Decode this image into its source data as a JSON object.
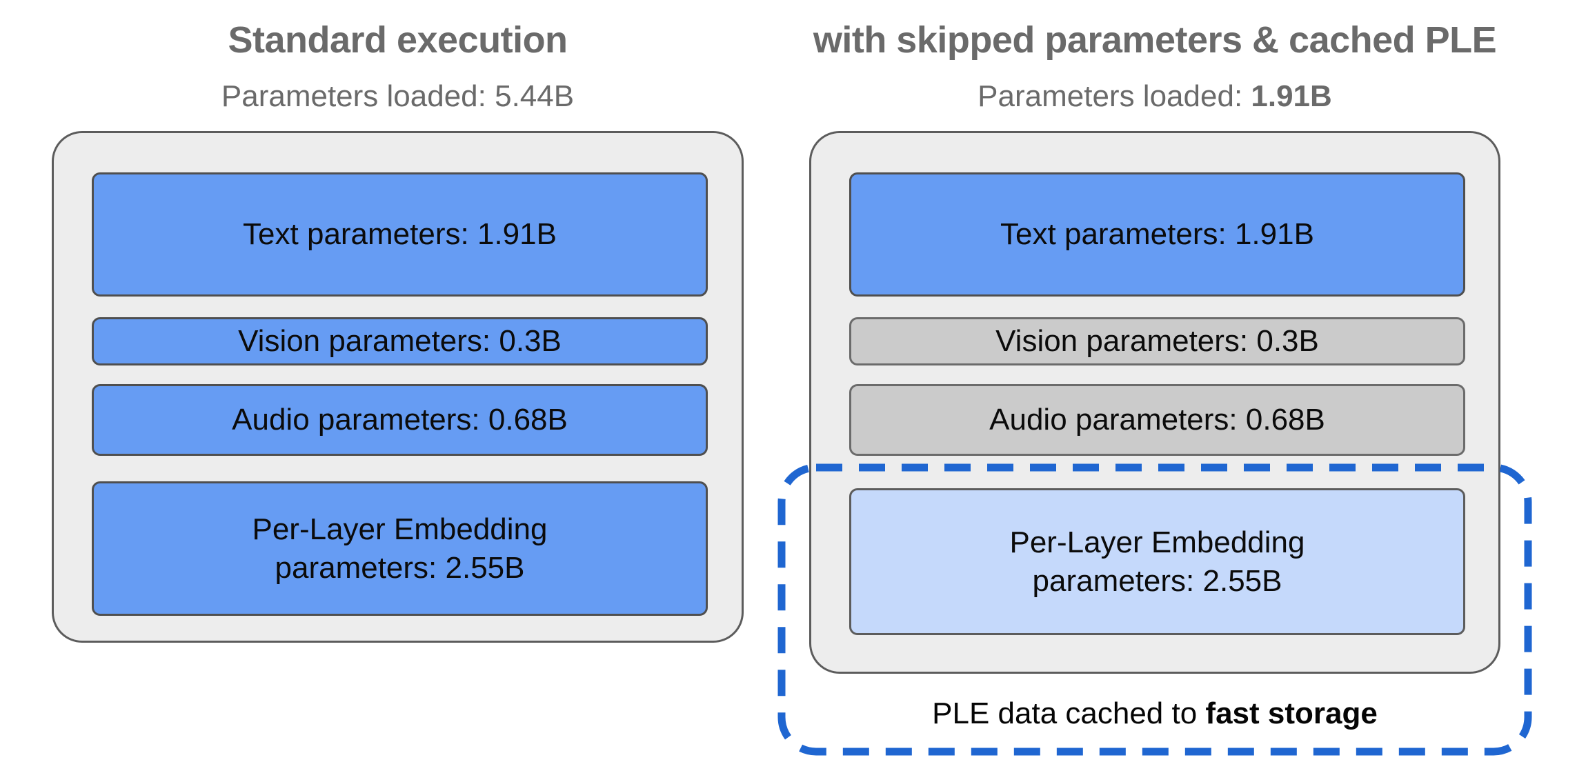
{
  "colors": {
    "loaded_blue": "#669cf3",
    "cached_light_blue": "#c5d9fb",
    "skipped_gray": "#cbcbcb",
    "container_gray": "#ededed",
    "dashed_outline_blue": "#1f66d1",
    "heading_gray": "#6a6a6a"
  },
  "left_panel": {
    "title": "Standard execution",
    "subtitle": {
      "prefix": "Parameters loaded: ",
      "value": "5.44B"
    },
    "boxes": [
      {
        "id": "text",
        "label": "Text parameters: 1.91B"
      },
      {
        "id": "vision",
        "label": "Vision parameters: 0.3B"
      },
      {
        "id": "audio",
        "label": "Audio parameters: 0.68B"
      },
      {
        "id": "ple",
        "label": "Per-Layer Embedding parameters: 2.55B"
      }
    ]
  },
  "right_panel": {
    "title": "with skipped parameters & cached PLE",
    "subtitle": {
      "prefix": "Parameters loaded: ",
      "value": "1.91B"
    },
    "boxes": [
      {
        "id": "text",
        "label": "Text parameters: 1.91B"
      },
      {
        "id": "vision",
        "label": "Vision parameters: 0.3B"
      },
      {
        "id": "audio",
        "label": "Audio parameters: 0.68B"
      },
      {
        "id": "ple",
        "label": "Per-Layer Embedding parameters: 2.55B"
      }
    ],
    "caption": {
      "prefix": "PLE data cached to ",
      "bold": "fast storage"
    }
  }
}
